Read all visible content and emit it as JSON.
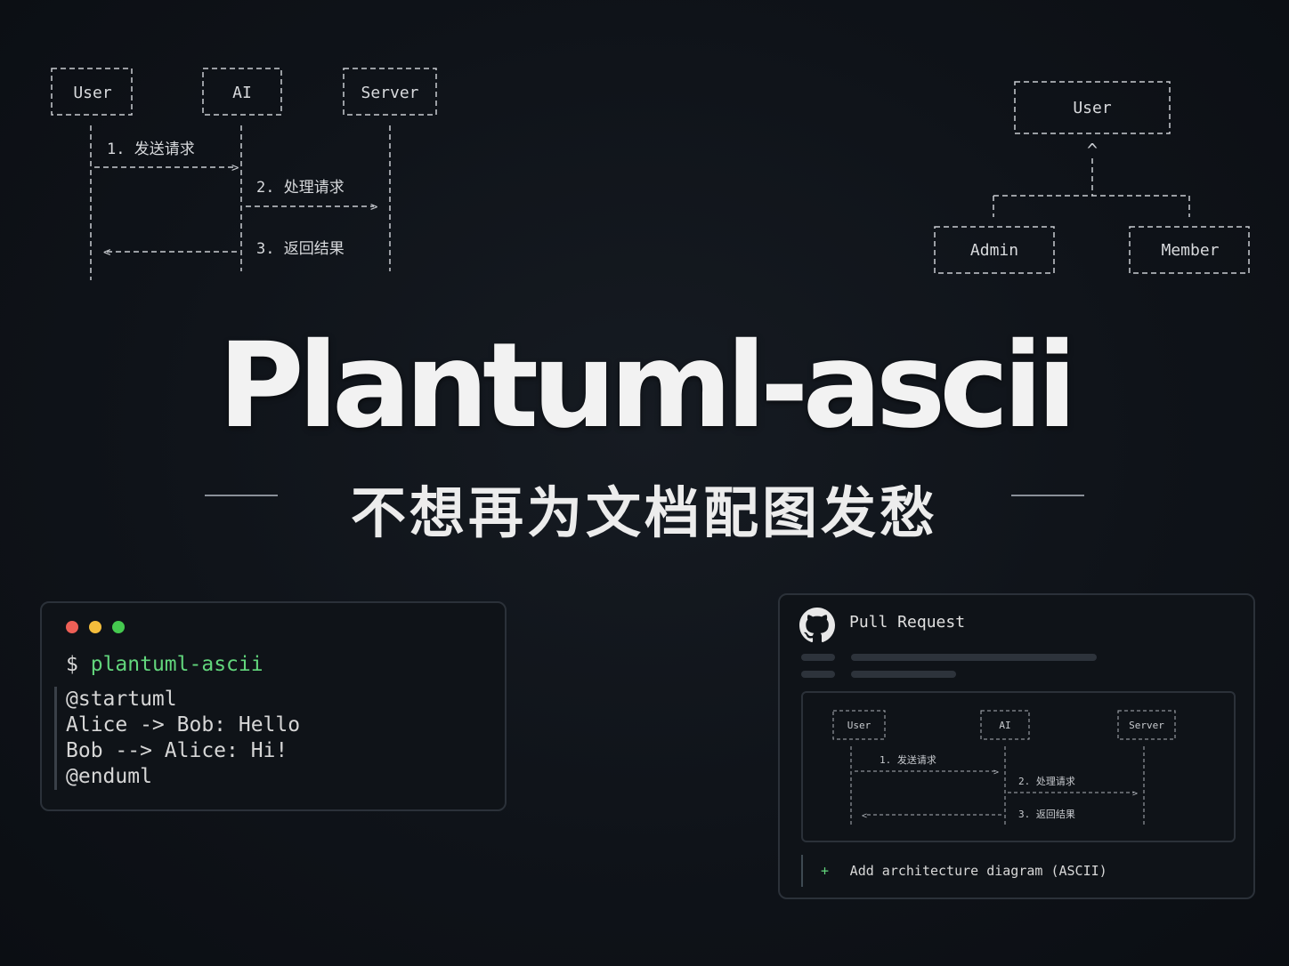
{
  "sequence": {
    "participants": [
      "User",
      "AI",
      "Server"
    ],
    "messages": [
      "1. 发送请求",
      "2. 处理请求",
      "3. 返回结果"
    ]
  },
  "class_tree": {
    "parent": "User",
    "children": [
      "Admin",
      "Member"
    ]
  },
  "title": "Plantuml-ascii",
  "subtitle": "不想再为文档配图发愁",
  "terminal": {
    "prompt": "$",
    "command": "plantuml-ascii",
    "code_lines": [
      "@startuml",
      "Alice -> Bob: Hello",
      "Bob --> Alice: Hi!",
      "@enduml"
    ],
    "dot_colors": [
      "#ed5f56",
      "#f4bd3c",
      "#45c94f"
    ]
  },
  "pull_request": {
    "title": "Pull Request",
    "icon": "github-icon",
    "mini_sequence": {
      "participants": [
        "User",
        "AI",
        "Server"
      ],
      "messages": [
        "1. 发送请求",
        "2. 处理请求",
        "3. 返回结果"
      ]
    },
    "commit_plus": "+",
    "commit_message": "Add architecture diagram (ASCII)"
  }
}
